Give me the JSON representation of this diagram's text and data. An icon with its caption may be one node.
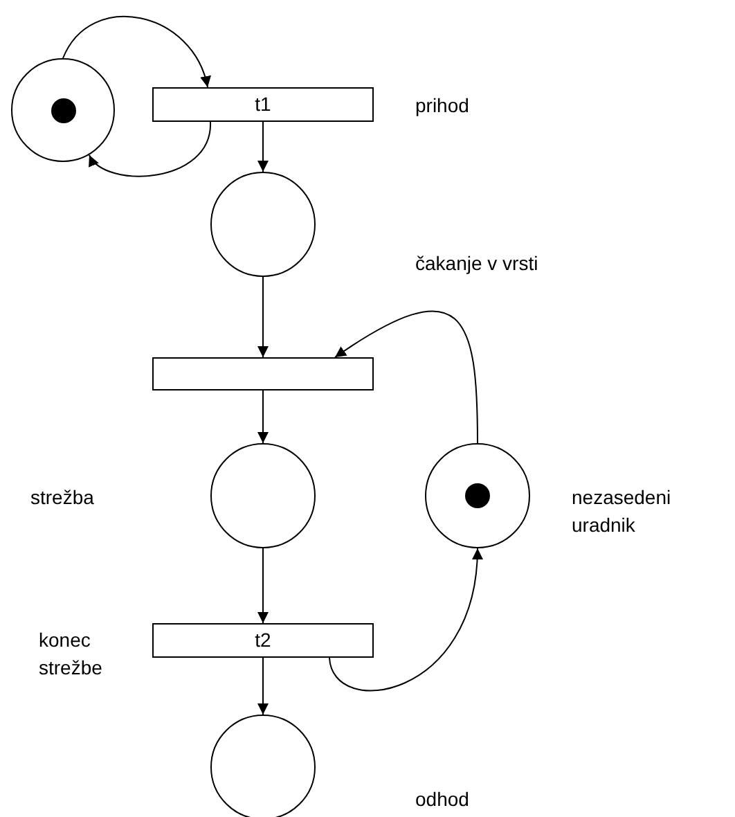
{
  "diagram": {
    "nodes": [
      {
        "text": [],
        "shape": "circle"
      },
      {
        "text": [
          "t1"
        ],
        "beside": [
          "prihod"
        ]
      },
      {
        "text": [],
        "shape": "circle"
      },
      {
        "text": [],
        "shape": "bar"
      },
      {
        "text": [],
        "shape": "circle"
      },
      {
        "text": [],
        "shape": "circle",
        "beside": [
          "nezasedeni uradnik"
        ]
      },
      {
        "text": [
          "t2"
        ],
        "beside": [
          "konec strežbe"
        ]
      },
      {
        "text": [],
        "shape": "circle"
      }
    ],
    "labels": [
      "čakanje v vrsti",
      "strežba",
      "odhod"
    ],
    "edges": [
      {
        "from": 0,
        "to": 1,
        "arrow": "to"
      },
      {
        "from": 1,
        "to": 0,
        "arrow": "to"
      },
      {
        "from": 1,
        "to": 2,
        "arrow": "to"
      },
      {
        "from": 2,
        "to": 3,
        "arrow": "to"
      },
      {
        "from": 3,
        "to": 4,
        "arrow": "to"
      },
      {
        "from": 5,
        "to": 3,
        "arrow": "to"
      },
      {
        "from": 4,
        "to": 6,
        "arrow": "to"
      },
      {
        "from": 6,
        "to": 5,
        "arrow": "to"
      },
      {
        "from": 6,
        "to": 7,
        "arrow": "to"
      }
    ]
  }
}
